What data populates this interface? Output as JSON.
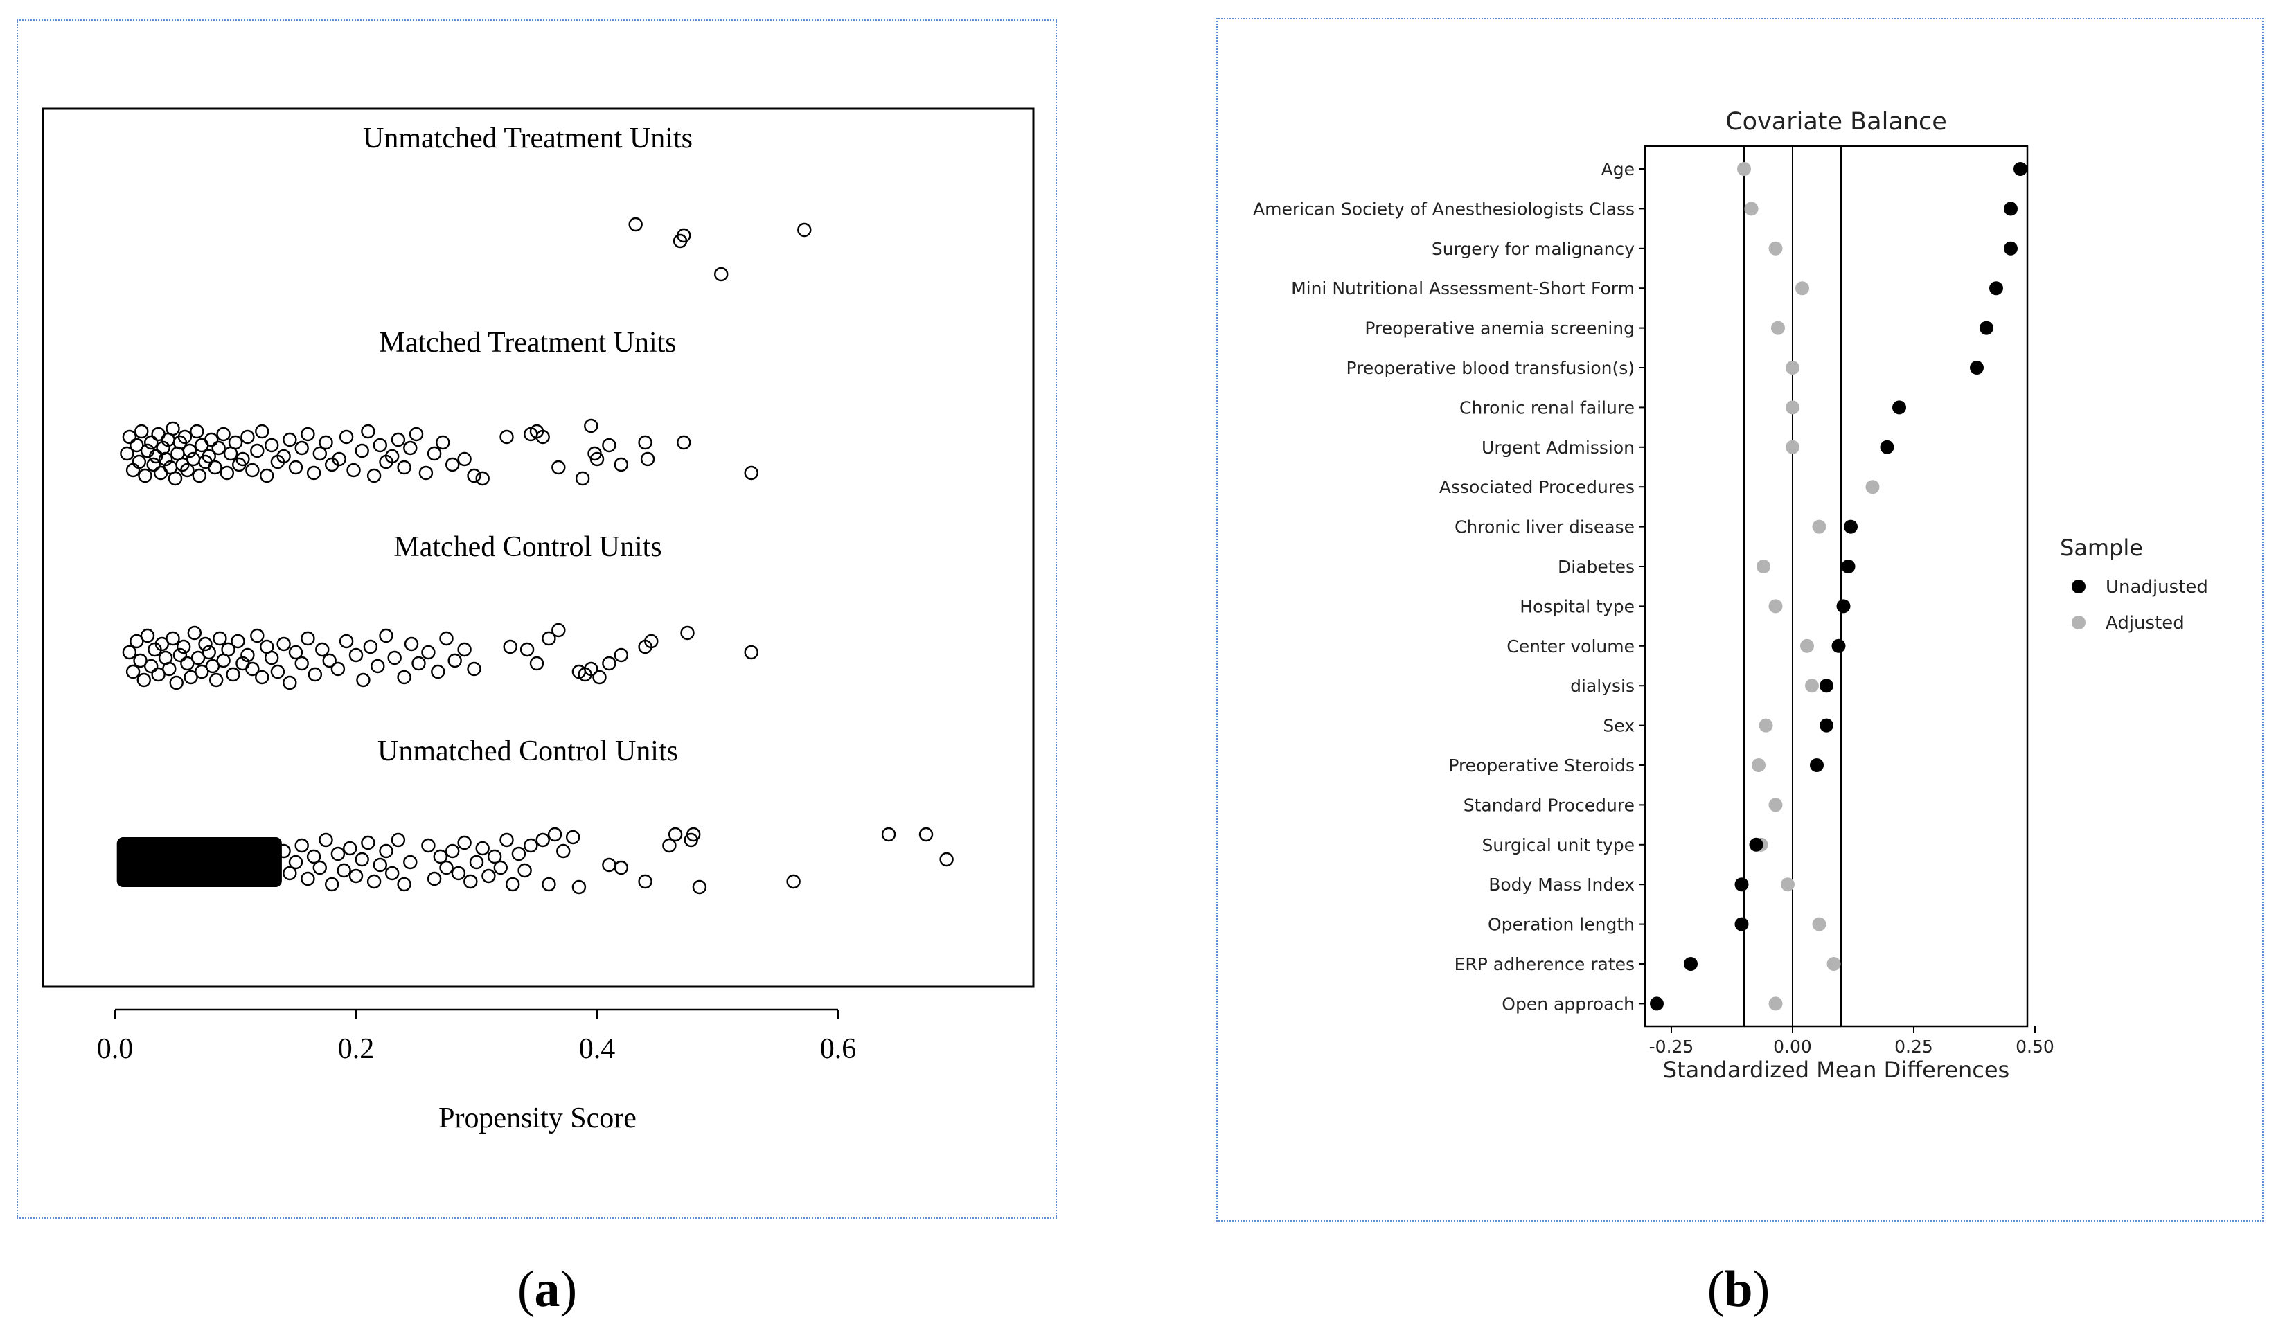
{
  "figure": {
    "caption_a": "a",
    "caption_b": "b"
  },
  "chart_data": [
    {
      "type": "scatter",
      "xlabel": "Propensity Score",
      "xlim": [
        -0.06,
        0.76
      ],
      "xticks": [
        0.0,
        0.2,
        0.4,
        0.6
      ],
      "xtick_labels": [
        "0.0",
        "0.2",
        "0.4",
        "0.6"
      ],
      "marker": "open-circle",
      "groups": [
        {
          "name": "Unmatched Treatment Units",
          "points": [
            0.432,
            0.469,
            0.472,
            0.503,
            0.572
          ],
          "jitter": [
            0.05,
            0.35,
            0.25,
            0.95,
            0.15
          ]
        },
        {
          "name": "Matched Treatment Units",
          "points": [
            0.01,
            0.012,
            0.015,
            0.018,
            0.02,
            0.022,
            0.025,
            0.027,
            0.03,
            0.032,
            0.034,
            0.036,
            0.038,
            0.04,
            0.042,
            0.044,
            0.046,
            0.048,
            0.05,
            0.052,
            0.054,
            0.056,
            0.058,
            0.06,
            0.062,
            0.065,
            0.068,
            0.07,
            0.072,
            0.075,
            0.078,
            0.08,
            0.083,
            0.086,
            0.09,
            0.093,
            0.096,
            0.1,
            0.103,
            0.106,
            0.11,
            0.114,
            0.118,
            0.122,
            0.126,
            0.13,
            0.135,
            0.14,
            0.145,
            0.15,
            0.155,
            0.16,
            0.165,
            0.17,
            0.175,
            0.18,
            0.186,
            0.192,
            0.198,
            0.205,
            0.21,
            0.215,
            0.22,
            0.225,
            0.23,
            0.235,
            0.24,
            0.245,
            0.25,
            0.258,
            0.265,
            0.272,
            0.28,
            0.29,
            0.298,
            0.305,
            0.325,
            0.345,
            0.35,
            0.355,
            0.368,
            0.388,
            0.395,
            0.398,
            0.4,
            0.41,
            0.42,
            0.44,
            0.442,
            0.472,
            0.528
          ],
          "jitter": [
            0.5,
            0.2,
            0.8,
            0.35,
            0.65,
            0.1,
            0.9,
            0.45,
            0.3,
            0.7,
            0.55,
            0.15,
            0.85,
            0.4,
            0.6,
            0.25,
            0.75,
            0.05,
            0.95,
            0.5,
            0.3,
            0.7,
            0.2,
            0.8,
            0.45,
            0.6,
            0.1,
            0.9,
            0.35,
            0.65,
            0.55,
            0.25,
            0.75,
            0.4,
            0.15,
            0.85,
            0.5,
            0.3,
            0.7,
            0.6,
            0.2,
            0.8,
            0.45,
            0.1,
            0.9,
            0.35,
            0.65,
            0.55,
            0.25,
            0.75,
            0.4,
            0.15,
            0.85,
            0.5,
            0.3,
            0.7,
            0.6,
            0.2,
            0.8,
            0.45,
            0.1,
            0.9,
            0.35,
            0.65,
            0.55,
            0.25,
            0.75,
            0.4,
            0.15,
            0.85,
            0.5,
            0.3,
            0.7,
            0.6,
            0.9,
            0.95,
            0.2,
            0.15,
            0.1,
            0.2,
            0.75,
            0.95,
            0.0,
            0.5,
            0.6,
            0.35,
            0.7,
            0.3,
            0.6,
            0.3,
            0.85
          ]
        },
        {
          "name": "Matched Control Units",
          "points": [
            0.012,
            0.015,
            0.018,
            0.021,
            0.024,
            0.027,
            0.03,
            0.033,
            0.036,
            0.039,
            0.042,
            0.045,
            0.048,
            0.051,
            0.054,
            0.057,
            0.06,
            0.063,
            0.066,
            0.069,
            0.072,
            0.075,
            0.078,
            0.081,
            0.084,
            0.087,
            0.09,
            0.094,
            0.098,
            0.102,
            0.106,
            0.11,
            0.114,
            0.118,
            0.122,
            0.126,
            0.13,
            0.135,
            0.14,
            0.145,
            0.15,
            0.155,
            0.16,
            0.166,
            0.172,
            0.178,
            0.185,
            0.192,
            0.2,
            0.206,
            0.212,
            0.218,
            0.225,
            0.232,
            0.24,
            0.246,
            0.252,
            0.26,
            0.268,
            0.275,
            0.282,
            0.29,
            0.298,
            0.328,
            0.342,
            0.35,
            0.36,
            0.368,
            0.385,
            0.39,
            0.395,
            0.402,
            0.41,
            0.42,
            0.44,
            0.445,
            0.475,
            0.528
          ],
          "jitter": [
            0.4,
            0.75,
            0.2,
            0.55,
            0.9,
            0.1,
            0.65,
            0.35,
            0.8,
            0.25,
            0.5,
            0.7,
            0.15,
            0.95,
            0.45,
            0.3,
            0.6,
            0.85,
            0.05,
            0.5,
            0.75,
            0.25,
            0.4,
            0.65,
            0.9,
            0.15,
            0.55,
            0.35,
            0.8,
            0.2,
            0.6,
            0.45,
            0.7,
            0.1,
            0.85,
            0.3,
            0.5,
            0.75,
            0.25,
            0.95,
            0.4,
            0.6,
            0.15,
            0.8,
            0.35,
            0.55,
            0.7,
            0.2,
            0.45,
            0.9,
            0.3,
            0.65,
            0.1,
            0.5,
            0.85,
            0.25,
            0.6,
            0.4,
            0.75,
            0.15,
            0.55,
            0.35,
            0.7,
            0.3,
            0.35,
            0.6,
            0.15,
            0.0,
            0.75,
            0.8,
            0.7,
            0.85,
            0.6,
            0.45,
            0.3,
            0.2,
            0.05,
            0.4
          ]
        },
        {
          "name": "Unmatched Control Units",
          "dense_range": [
            0.005,
            0.135
          ],
          "points": [
            0.14,
            0.145,
            0.15,
            0.155,
            0.16,
            0.165,
            0.17,
            0.175,
            0.18,
            0.185,
            0.19,
            0.195,
            0.2,
            0.205,
            0.21,
            0.215,
            0.22,
            0.225,
            0.23,
            0.235,
            0.24,
            0.245,
            0.26,
            0.265,
            0.27,
            0.275,
            0.28,
            0.285,
            0.29,
            0.295,
            0.3,
            0.305,
            0.31,
            0.315,
            0.32,
            0.325,
            0.33,
            0.335,
            0.34,
            0.345,
            0.355,
            0.36,
            0.365,
            0.372,
            0.38,
            0.385,
            0.41,
            0.42,
            0.44,
            0.46,
            0.465,
            0.478,
            0.48,
            0.485,
            0.563,
            0.642,
            0.673,
            0.69
          ],
          "jitter": [
            0.3,
            0.7,
            0.5,
            0.2,
            0.8,
            0.4,
            0.6,
            0.1,
            0.9,
            0.35,
            0.65,
            0.25,
            0.75,
            0.45,
            0.15,
            0.85,
            0.55,
            0.3,
            0.7,
            0.1,
            0.9,
            0.5,
            0.2,
            0.8,
            0.4,
            0.6,
            0.3,
            0.7,
            0.15,
            0.85,
            0.5,
            0.25,
            0.75,
            0.4,
            0.6,
            0.1,
            0.9,
            0.35,
            0.65,
            0.2,
            0.1,
            0.9,
            0.0,
            0.3,
            0.05,
            0.95,
            0.55,
            0.6,
            0.85,
            0.2,
            0.0,
            0.1,
            0.0,
            0.95,
            0.85,
            0.0,
            0.0,
            0.45
          ]
        }
      ]
    },
    {
      "type": "dot",
      "title": "Covariate Balance",
      "xlabel": "Standardized Mean Differences",
      "xlim": [
        -0.31,
        0.51
      ],
      "xticks": [
        -0.25,
        0.0,
        0.25,
        0.5
      ],
      "xtick_labels": [
        "-0.25",
        "0.00",
        "0.25",
        "0.50"
      ],
      "vlines": [
        -0.1,
        0.0,
        0.1
      ],
      "legend": {
        "title": "Sample",
        "position": "right",
        "entries": [
          {
            "label": "Unadjusted",
            "color": "#000000"
          },
          {
            "label": "Adjusted",
            "color": "#b3b3b3"
          }
        ]
      },
      "covariates": [
        "Age",
        "American Society of Anesthesiologists Class",
        "Surgery for malignancy",
        "Mini Nutritional Assessment-Short Form",
        "Preoperative anemia screening",
        "Preoperative blood transfusion(s)",
        "Chronic renal failure",
        "Urgent Admission",
        "Associated Procedures",
        "Chronic liver disease",
        "Diabetes",
        "Hospital type",
        "Center volume",
        "dialysis",
        "Sex",
        "Preoperative Steroids",
        "Standard Procedure",
        "Surgical unit type",
        "Body Mass Index",
        "Operation length",
        "ERP adherence rates",
        "Open approach"
      ],
      "series": [
        {
          "name": "Unadjusted",
          "color": "#000000",
          "values": [
            0.47,
            0.45,
            0.45,
            0.42,
            0.4,
            0.38,
            0.22,
            0.195,
            null,
            0.12,
            0.115,
            0.105,
            0.095,
            0.07,
            0.07,
            0.05,
            null,
            -0.075,
            -0.105,
            -0.105,
            -0.21,
            -0.28
          ]
        },
        {
          "name": "Adjusted",
          "color": "#b3b3b3",
          "values": [
            -0.1,
            -0.085,
            -0.035,
            0.02,
            -0.03,
            0.0,
            0.0,
            0.0,
            0.165,
            0.055,
            -0.06,
            -0.035,
            0.03,
            0.04,
            -0.055,
            -0.07,
            -0.035,
            -0.065,
            -0.01,
            0.055,
            0.085,
            -0.035
          ]
        }
      ]
    }
  ]
}
